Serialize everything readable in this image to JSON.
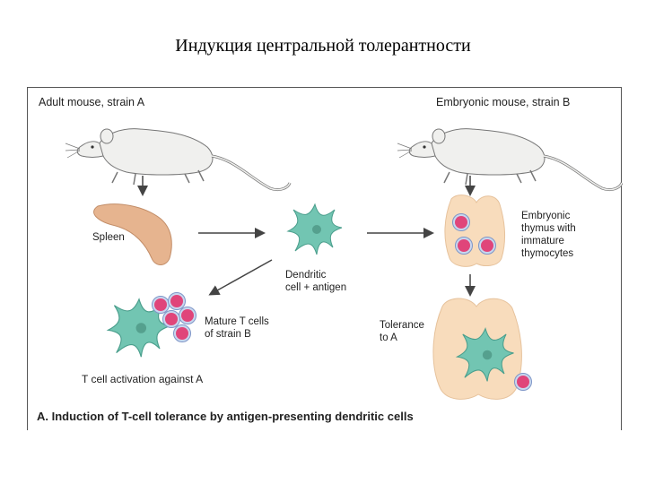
{
  "slide": {
    "title": "Индукция центральной толерантности"
  },
  "figure": {
    "left_heading": "Adult mouse, strain A",
    "right_heading": "Embryonic mouse, strain B",
    "spleen_label": "Spleen",
    "dendritic_label": "Dendritic\ncell + antigen",
    "thymus_label": "Embryonic\nthymus with\nimmature\nthymocytes",
    "mature_label": "Mature T cells\nof strain B",
    "tolerance_label": "Tolerance\nto A",
    "activation_label": "T cell activation against A",
    "caption": "A. Induction of T-cell tolerance by antigen-presenting dendritic cells"
  },
  "colors": {
    "spleen": "#e6b48f",
    "dendritic": "#72c5b2",
    "thymocyte": "#e0457a",
    "thymus": "#f8dcbc",
    "mouse": "#f0f0ee"
  }
}
